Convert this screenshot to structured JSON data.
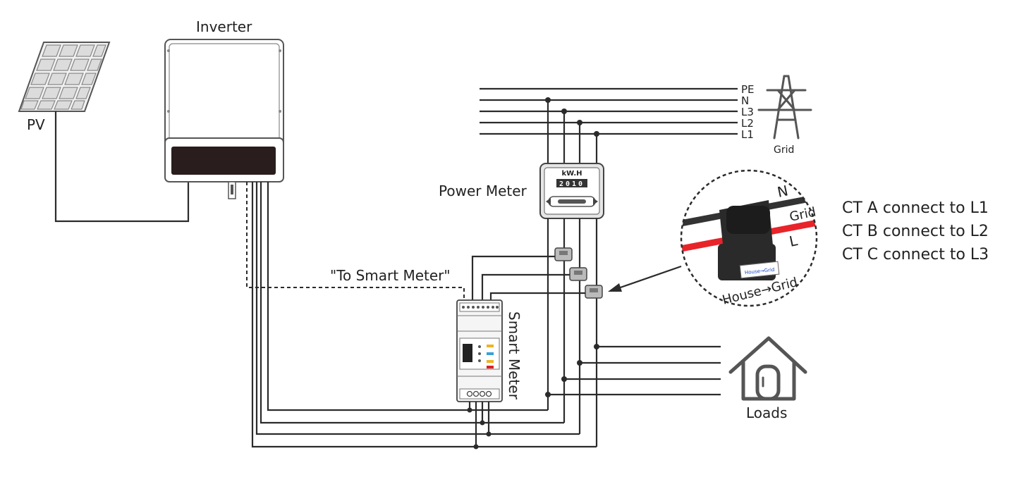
{
  "labels": {
    "inverter": "Inverter",
    "pv": "PV",
    "power_meter": "Power Meter",
    "meter_unit": "kW.H",
    "meter_reading": "2010",
    "to_smart_meter": "\"To Smart Meter\"",
    "smart_meter": "Smart Meter",
    "grid": "Grid",
    "loads": "Loads"
  },
  "grid_lines": [
    "PE",
    "N",
    "L3",
    "L2",
    "L1"
  ],
  "ct_callout": {
    "wire_n": "N",
    "wire_l": "L",
    "grid": "Grid",
    "house_grid": "House→Grid",
    "clamp_tag": "House→Grid"
  },
  "ct_connections": [
    "CT A connect to L1",
    "CT B connect to L2",
    "CT C connect to L3"
  ],
  "colors": {
    "wire": "#2b2b2b",
    "live_wire": "#e8242a",
    "inverter_display": "#2a1d1d"
  }
}
